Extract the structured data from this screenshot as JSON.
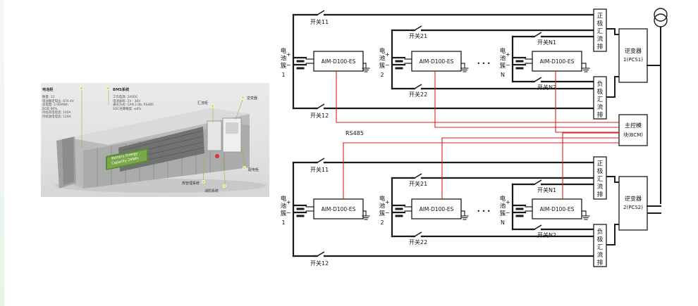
{
  "photo": {
    "callouts": {
      "battery_cabinet": "电池柜",
      "bms": "BMS系统",
      "combiner_cabinet": "汇流柜",
      "inverter": "逆变器",
      "thermal": "热管理系统",
      "fire": "消防系统",
      "distribution": "配电柜"
    },
    "battery_specs": [
      "数量: 12",
      "电池额定电压: 674.4V",
      "总电量: 2.06MWh",
      "DOD 90%",
      "持续充电电流: 140A",
      "持续放电电流: 120A"
    ],
    "bms_specs": [
      "工作电源: 24VDC",
      "电池采样: 1V - 36V",
      "通讯方式: CAN 2.0b, RS485",
      "SOC估算精度: ≤8%"
    ],
    "container_text": [
      "Battery Energy",
      "Capacity 2MWh"
    ]
  },
  "diagram": {
    "module_label": "AIM-D100-ES",
    "ellipsis": "• • •",
    "cluster_chars": [
      "电",
      "池",
      "簇"
    ],
    "cluster_indices": [
      "1",
      "2",
      "N"
    ],
    "switches": {
      "s11": "开关11",
      "s12": "开关12",
      "s21": "开关21",
      "s22": "开关22",
      "sn1": "开关N1",
      "sn2": "开关N2"
    },
    "pos_bus": [
      "正",
      "极",
      "汇",
      "流",
      "排"
    ],
    "neg_bus": [
      "负",
      "极",
      "汇",
      "流",
      "排"
    ],
    "pcs1": [
      "逆变器",
      "1(PCS1)"
    ],
    "pcs2": [
      "逆变器",
      "2(PCS2)"
    ],
    "bcm": [
      "主控模",
      "块(BCM)"
    ],
    "rs485": "RS485",
    "colors": {
      "wire": "#1a1a1a",
      "comm": "#d42020",
      "pcs_wire": "#2a2a2a"
    }
  }
}
